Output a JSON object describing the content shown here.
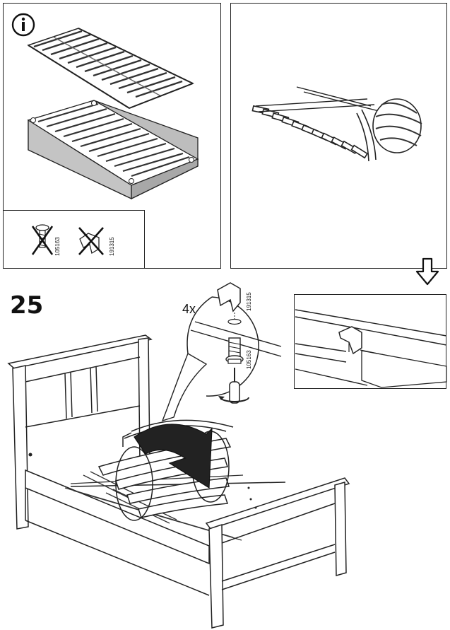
{
  "step": {
    "number": "25"
  },
  "info_panel": {
    "icon": "info-icon",
    "not_needed_parts": [
      {
        "part_id": "105163",
        "icon": "screw-icon",
        "crossed": true
      },
      {
        "part_id": "191315",
        "icon": "bracket-icon",
        "crossed": true
      }
    ]
  },
  "slats_panel": {
    "description_icon": "rolled-slats-icon"
  },
  "flow_arrow": {
    "icon": "arrow-down-icon"
  },
  "detail_callout": {
    "quantity": "4x",
    "parts": [
      {
        "part_id": "191315",
        "icon": "bracket-icon"
      },
      {
        "part_id": "105163",
        "icon": "screw-icon"
      }
    ],
    "tool_icon": "screwdriver-icon"
  },
  "colors": {
    "line": "#222222",
    "fill": "#ffffff",
    "shade": "#bdbdbd"
  }
}
